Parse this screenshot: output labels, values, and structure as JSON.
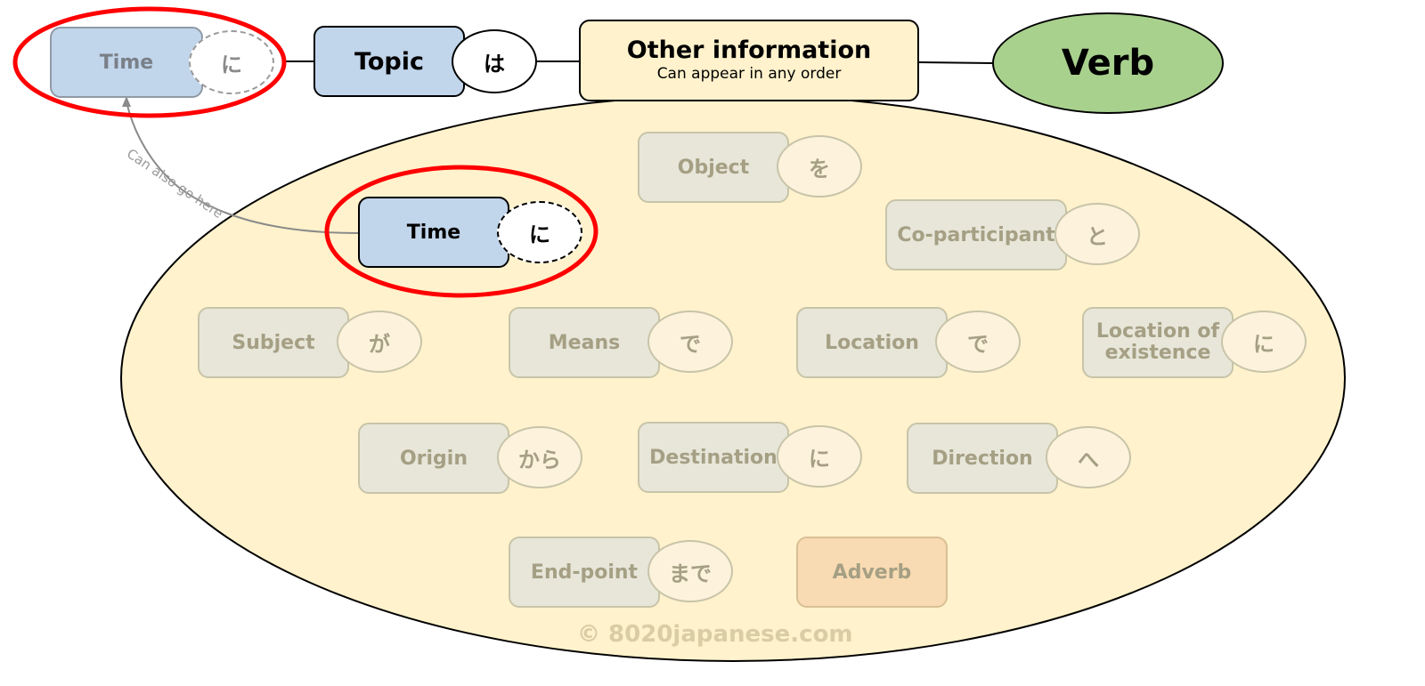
{
  "colors": {
    "ellipse_fill": "#fff2cc",
    "faded_box": "#e7e6d9",
    "faded_text": "#a59f84",
    "time_blue": "#c1d5eb",
    "verb_green": "#a9d18e",
    "adverb_orange": "#f8dbb2",
    "highlight_red": "#ff0000"
  },
  "header": {
    "time_label": "Time",
    "time_particle": "に",
    "topic_label": "Topic",
    "topic_particle": "は",
    "other_title": "Other information",
    "other_subtitle": "Can appear in any order",
    "verb_label": "Verb"
  },
  "note": "Can also go here",
  "time_inner": {
    "label": "Time",
    "particle": "に"
  },
  "elements": [
    {
      "label": "Object",
      "particle": "を"
    },
    {
      "label": "Co-participant",
      "particle": "と"
    },
    {
      "label": "Subject",
      "particle": "が"
    },
    {
      "label": "Means",
      "particle": "で"
    },
    {
      "label": "Location",
      "particle": "で"
    },
    {
      "label": "Location of existence",
      "label_line1": "Location of",
      "label_line2": "existence",
      "particle": "に"
    },
    {
      "label": "Origin",
      "particle": "から"
    },
    {
      "label": "Destination",
      "particle": "に"
    },
    {
      "label": "Direction",
      "particle": "へ"
    },
    {
      "label": "End-point",
      "particle": "まで"
    },
    {
      "label": "Adverb"
    }
  ],
  "copyright": "© 8020japanese.com"
}
